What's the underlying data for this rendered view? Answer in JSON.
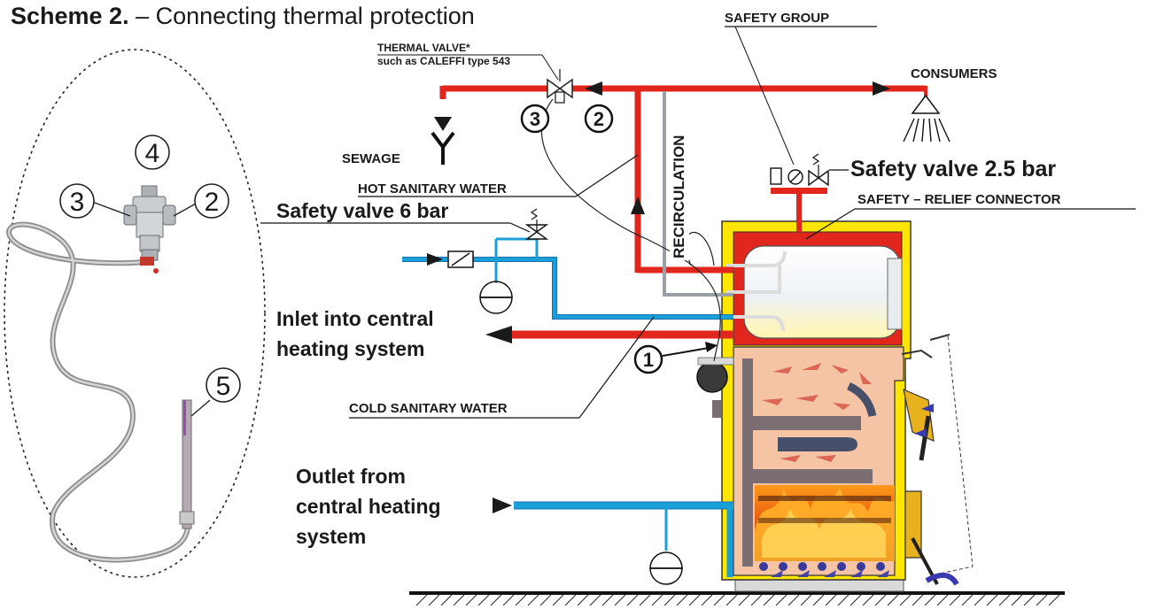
{
  "title": {
    "bold": "Scheme 2.",
    "rest": " – Connecting thermal protection"
  },
  "labels": {
    "thermal_valve_1": "THERMAL VALVE*",
    "thermal_valve_2": "such as CALEFFI type 543",
    "safety_group": "SAFETY GROUP",
    "consumers": "CONSUMERS",
    "sewage": "SEWAGE",
    "recirculation": "RECIRCULATION",
    "safety_valve_25": "Safety valve  2.5 bar",
    "hot_sanitary_water": "HOT SANITARY WATER",
    "safety_relief": "SAFETY – RELIEF CONNECTOR",
    "safety_valve_6": "Safety valve  6 bar",
    "inlet_1": "Inlet into central",
    "inlet_2": "heating system",
    "cold_sanitary_water": "COLD SANITARY WATER",
    "outlet_1": "Outlet from",
    "outlet_2": "central heating",
    "outlet_3": "system"
  },
  "callouts": {
    "n1": "1",
    "n2": "2",
    "n3": "3",
    "n4": "4",
    "n5": "5"
  },
  "colors": {
    "hot_pipe": "#e0261d",
    "cold_pipe": "#1aa0d8",
    "insulation": "#ffe600",
    "boiler_body": "#f4c4a4",
    "tank": "#f2f2f2",
    "dark": "#222222"
  }
}
